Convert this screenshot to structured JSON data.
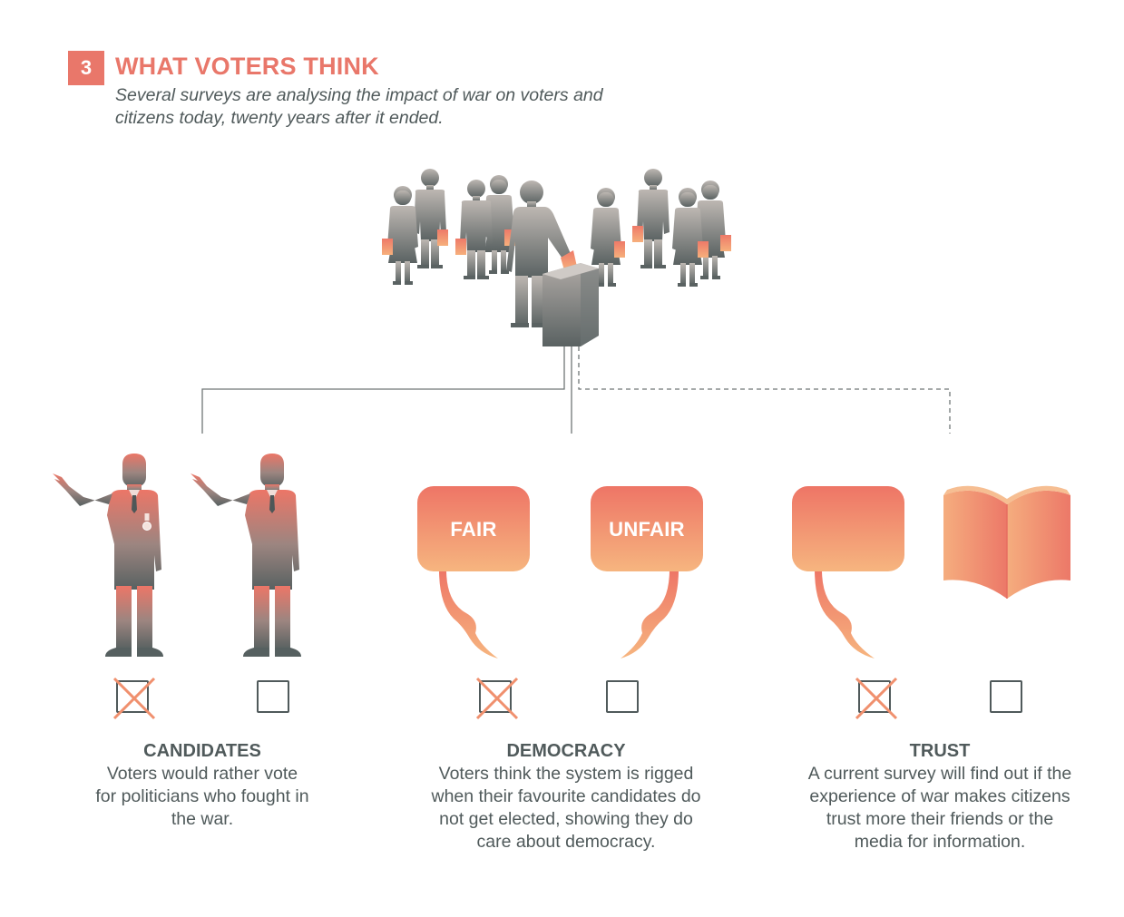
{
  "header": {
    "number": "3",
    "title": "WHAT VOTERS THINK",
    "subtitle": "Several surveys are analysing the impact of war on voters and citizens today, twenty years after it ended."
  },
  "bubbles": {
    "fair": "FAIR",
    "unfair": "UNFAIR"
  },
  "checkboxes": [
    {
      "id": "candidates-decorated",
      "checked": true
    },
    {
      "id": "candidates-plain",
      "checked": false
    },
    {
      "id": "democracy-fair",
      "checked": true
    },
    {
      "id": "democracy-unfair",
      "checked": false
    },
    {
      "id": "trust-friends",
      "checked": true
    },
    {
      "id": "trust-media",
      "checked": false
    }
  ],
  "sections": [
    {
      "heading": "CANDIDATES",
      "body": "Voters would rather vote for politicians who fought in the war."
    },
    {
      "heading": "DEMOCRACY",
      "body": "Voters think the system is rigged when their favourite candidates do not get elected, showing they do care about democracy."
    },
    {
      "heading": "TRUST",
      "body": "A current survey will find out if the experience of war makes citizens trust more their friends or the media for information."
    }
  ],
  "colors": {
    "accent": "#e9776a",
    "text": "#505a5b",
    "figure_top": "#b9b4b0",
    "figure_bottom": "#5e6565",
    "warm_top": "#ee7668",
    "warm_bottom": "#f6b47f"
  }
}
